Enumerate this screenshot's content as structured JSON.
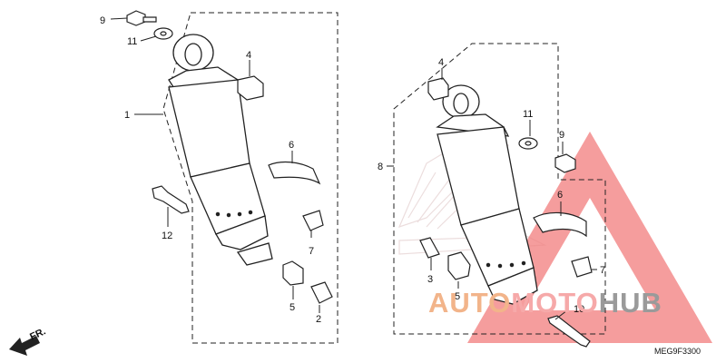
{
  "callouts": {
    "c9a": "9",
    "c11a": "11",
    "c4a": "4",
    "c1": "1",
    "c6a": "6",
    "c12": "12",
    "c7a": "7",
    "c5a": "5",
    "c2": "2",
    "c4b": "4",
    "c8": "8",
    "c11b": "11",
    "c9b": "9",
    "c6b": "6",
    "c7b": "7",
    "c3": "3",
    "c5b": "5",
    "c10": "10"
  },
  "direction_label": "FR.",
  "part_code": "MEG9F3300",
  "watermark": {
    "word1": "AUTO",
    "word2": "MOTO",
    "word3": "HUB",
    "colors": {
      "orange": "#f2b48a",
      "red": "#f27c7c",
      "gray": "#9a9a9a"
    }
  }
}
